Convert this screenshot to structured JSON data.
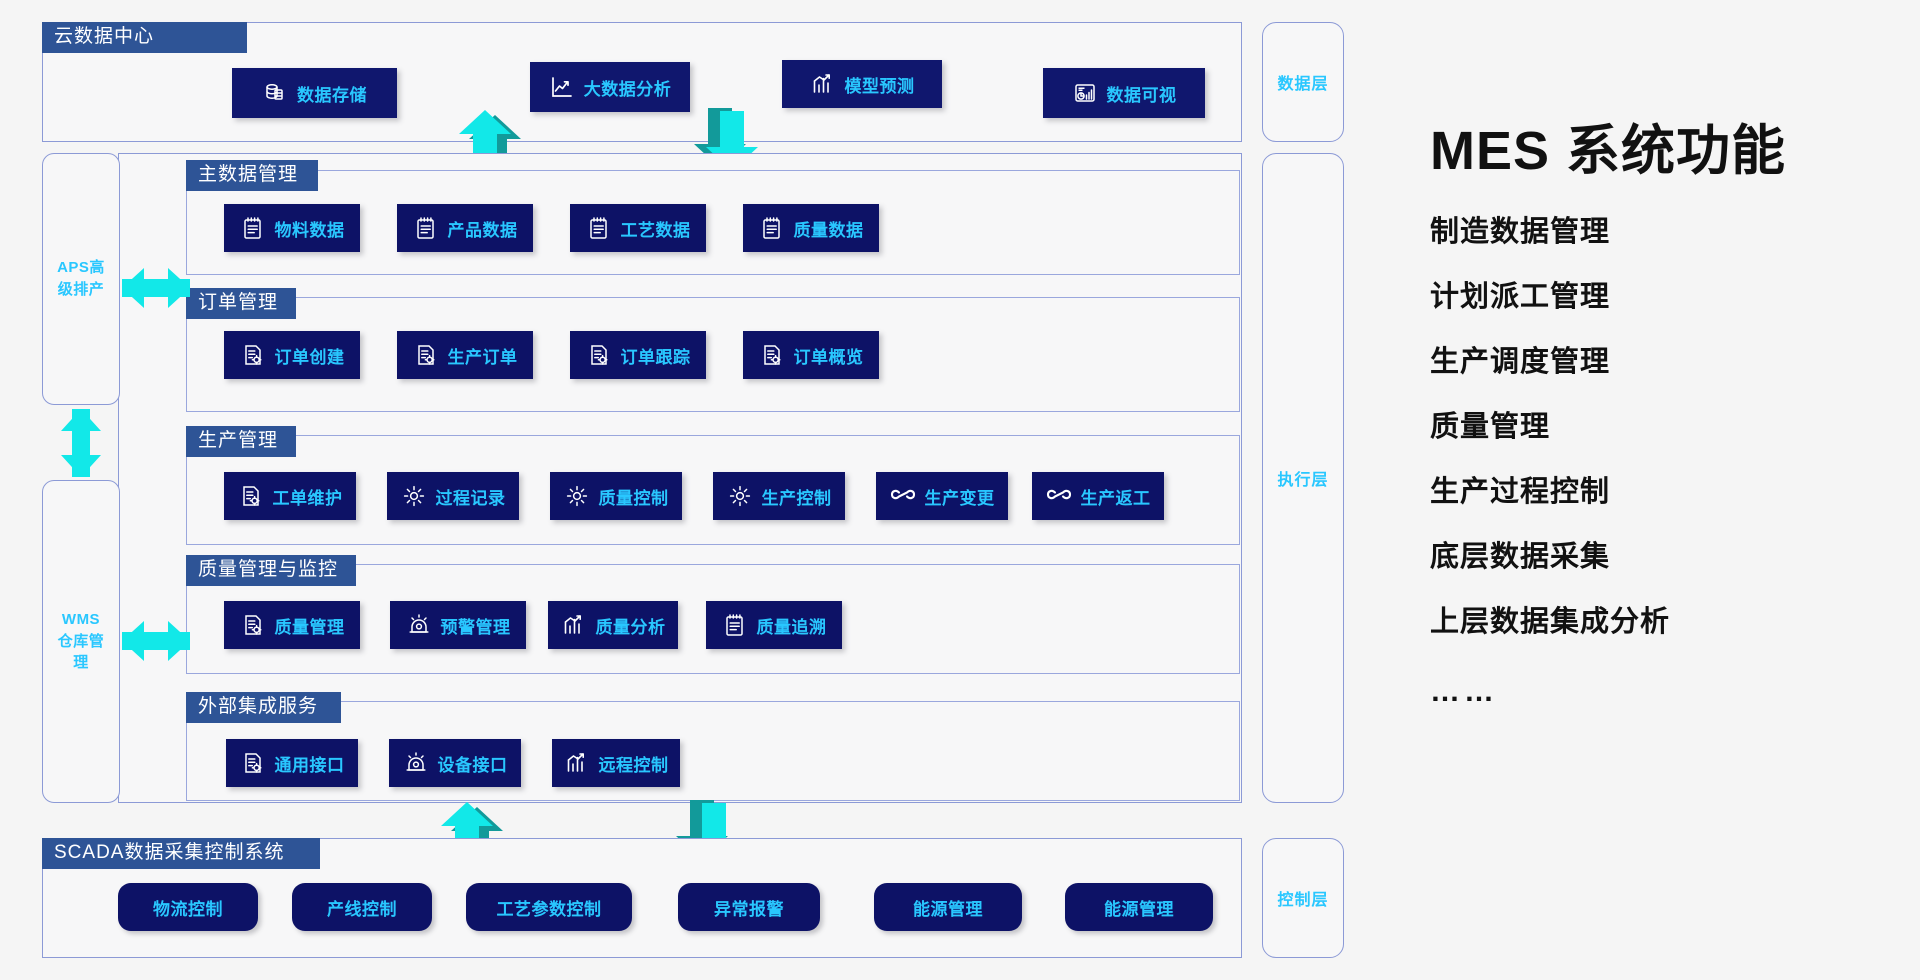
{
  "title_panel": {
    "heading": "MES 系统功能",
    "features": [
      "制造数据管理",
      "计划派工管理",
      "生产调度管理",
      "质量管理",
      "生产过程控制",
      "底层数据采集",
      "上层数据集成分析",
      "……"
    ]
  },
  "layers": {
    "data": "数据层",
    "execution": "执行层",
    "control": "控制层"
  },
  "side_modules": [
    {
      "label": "APS高级排产"
    },
    {
      "label": "WMS仓库管理"
    }
  ],
  "cloud": {
    "title": "云数据中心",
    "items": [
      {
        "label": "数据存储",
        "icon": "database-icon"
      },
      {
        "label": "大数据分析",
        "icon": "chart-line-icon"
      },
      {
        "label": "模型预测",
        "icon": "chart-trend-icon"
      },
      {
        "label": "数据可视",
        "icon": "dashboard-icon"
      }
    ]
  },
  "mes": {
    "groups": [
      {
        "title": "主数据管理",
        "items": [
          {
            "label": "物料数据",
            "icon": "clipboard-icon"
          },
          {
            "label": "产品数据",
            "icon": "clipboard-icon"
          },
          {
            "label": "工艺数据",
            "icon": "clipboard-icon"
          },
          {
            "label": "质量数据",
            "icon": "clipboard-icon"
          }
        ]
      },
      {
        "title": "订单管理",
        "items": [
          {
            "label": "订单创建",
            "icon": "doc-gear-icon"
          },
          {
            "label": "生产订单",
            "icon": "doc-gear-icon"
          },
          {
            "label": "订单跟踪",
            "icon": "doc-gear-icon"
          },
          {
            "label": "订单概览",
            "icon": "doc-gear-icon"
          }
        ]
      },
      {
        "title": "生产管理",
        "items": [
          {
            "label": "工单维护",
            "icon": "doc-gear-icon"
          },
          {
            "label": "过程记录",
            "icon": "gear-icon"
          },
          {
            "label": "质量控制",
            "icon": "gear-icon"
          },
          {
            "label": "生产控制",
            "icon": "gear-icon"
          },
          {
            "label": "生产变更",
            "icon": "infinity-icon"
          },
          {
            "label": "生产返工",
            "icon": "infinity-icon"
          }
        ]
      },
      {
        "title": "质量管理与监控",
        "items": [
          {
            "label": "质量管理",
            "icon": "doc-gear-icon"
          },
          {
            "label": "预警管理",
            "icon": "alarm-icon"
          },
          {
            "label": "质量分析",
            "icon": "chart-trend-icon"
          },
          {
            "label": "质量追溯",
            "icon": "clipboard-icon"
          }
        ]
      },
      {
        "title": "外部集成服务",
        "items": [
          {
            "label": "通用接口",
            "icon": "doc-gear-icon"
          },
          {
            "label": "设备接口",
            "icon": "alarm-icon"
          },
          {
            "label": "远程控制",
            "icon": "chart-trend-icon"
          }
        ]
      }
    ]
  },
  "scada": {
    "title": "SCADA数据采集控制系统",
    "items": [
      {
        "label": "物流控制"
      },
      {
        "label": "产线控制"
      },
      {
        "label": "工艺参数控制"
      },
      {
        "label": "异常报警"
      },
      {
        "label": "能源管理"
      },
      {
        "label": "能源管理"
      }
    ]
  },
  "colors": {
    "chip_bg": "#0d1266",
    "chip_text": "#29c7ff",
    "section_tab": "#2e5496",
    "panel_border": "#8c9ad6",
    "arrow": "#12e8e8",
    "arrow_shadow": "#129a9a",
    "page_bg": "#f5f5f5"
  }
}
